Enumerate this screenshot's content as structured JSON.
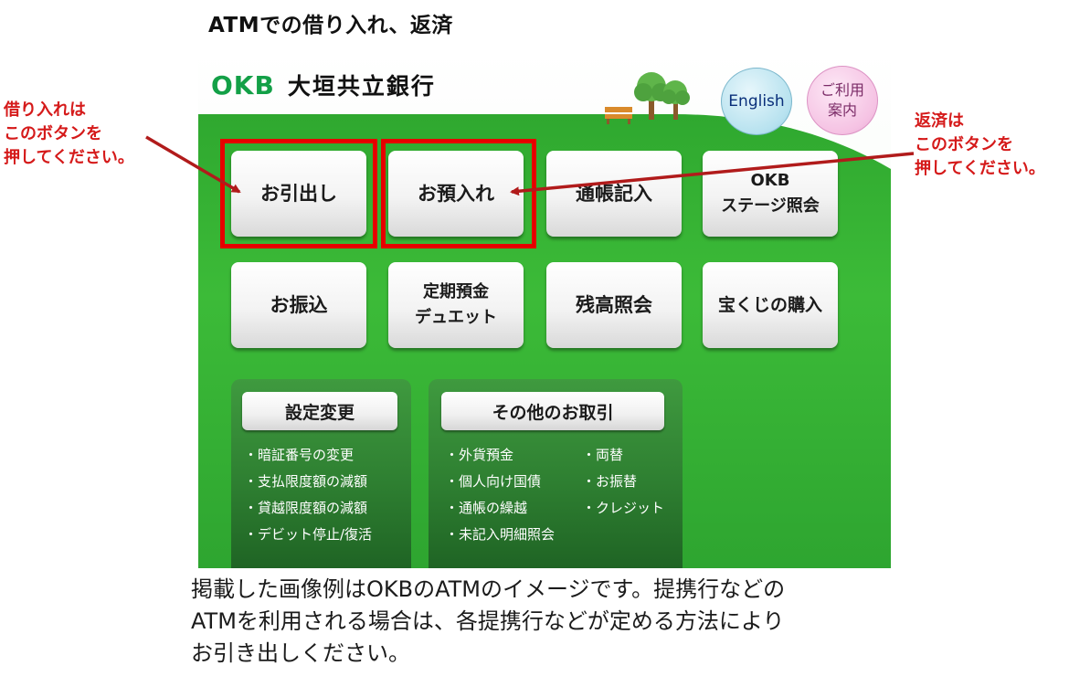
{
  "page_title": "ATMでの借り入れ、返済",
  "annotations": {
    "borrow_note": "借り入れは\nこのボタンを\n押してください。",
    "repay_note": "返済は\nこのボタンを\n押してください。"
  },
  "atm": {
    "logo_mark": "OKB",
    "bank_name": "大垣共立銀行",
    "english_label": "English",
    "guide_label": "ご利用\n案内",
    "main_buttons": [
      {
        "label": "お引出し"
      },
      {
        "label": "お預入れ"
      },
      {
        "label": "通帳記入"
      },
      {
        "label": "OKB\nステージ照会"
      },
      {
        "label": "お振込"
      },
      {
        "label": "定期預金\nデュエット"
      },
      {
        "label": "残高照会"
      },
      {
        "label": "宝くじの購入"
      }
    ],
    "settings_panel": {
      "button_label": "設定変更",
      "items": [
        "・暗証番号の変更",
        "・支払限度額の減額",
        "・貸越限度額の減額",
        "・デビット停止/復活"
      ]
    },
    "other_panel": {
      "button_label": "その他のお取引",
      "items_left": [
        "・外貨預金",
        "・個人向け国債",
        "・通帳の繰越",
        "・未記入明細照会"
      ],
      "items_right": [
        "・両替",
        "・お振替",
        "・クレジット"
      ]
    },
    "colors": {
      "screen_green": "#35b533",
      "logo_green": "#13a047",
      "highlight_red": "#e60000",
      "arrow_red": "#b11b1b",
      "note_red": "#d51a1a"
    }
  },
  "caption_lines": [
    "掲載した画像例はOKBのATMのイメージです。提携行などの",
    "ATMを利用される場合は、各提携行などが定める方法により",
    "お引き出しください。"
  ]
}
